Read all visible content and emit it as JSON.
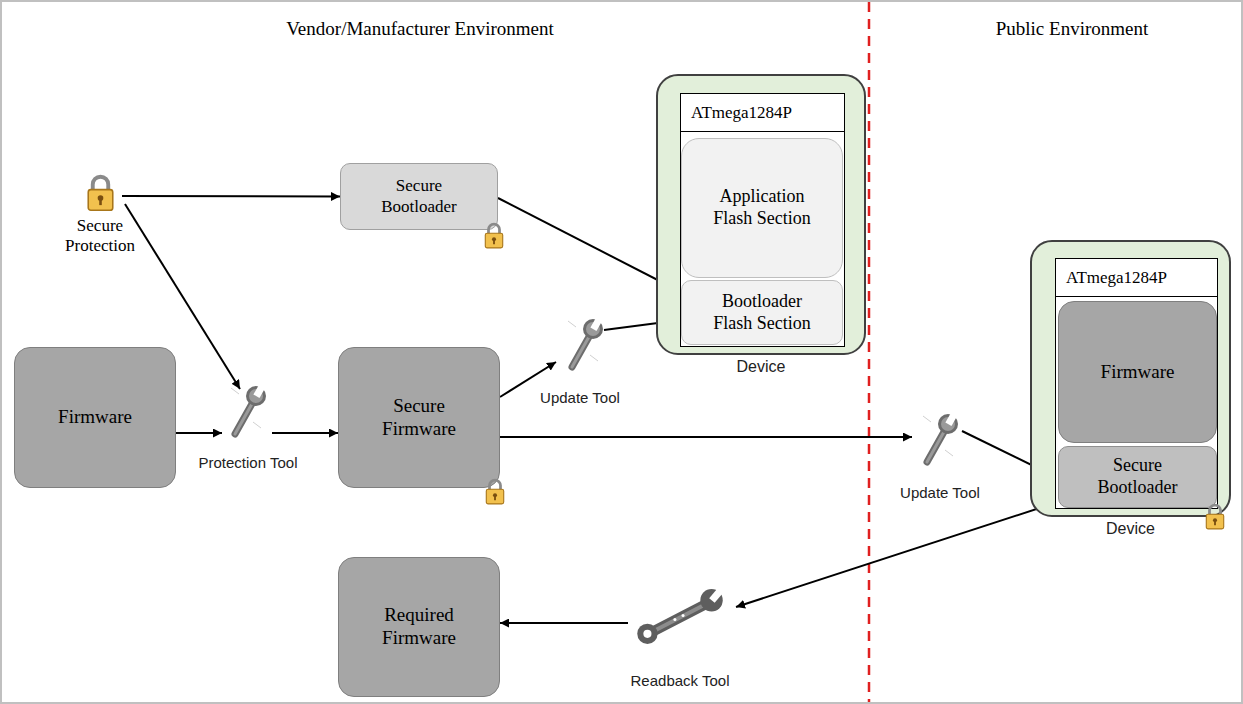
{
  "diagram": {
    "nodes": [
      {
        "text": [
          "Secure Protection"
        ]
      },
      {
        "text": [
          "Secure Bootloader"
        ]
      },
      {
        "text": [
          "Device"
        ]
      },
      {
        "text": [
          "ATmega1284P"
        ],
        "in": 2
      },
      {
        "text": [
          "Application Flash Section"
        ],
        "in": 3
      },
      {
        "text": [
          "Bootloader Flash Section"
        ],
        "in": 3
      },
      {
        "text": [
          "Firmware"
        ]
      },
      {
        "text": [
          "Protection Tool"
        ]
      },
      {
        "text": [
          "Secure Firmware"
        ]
      },
      {
        "text": [
          "Update Tool"
        ]
      },
      {
        "text": [
          "Device"
        ]
      },
      {
        "text": [
          "ATmega1284P"
        ],
        "in": 10
      },
      {
        "text": [
          "Firmware"
        ],
        "in": 11
      },
      {
        "text": [
          "Secure Bootloader"
        ],
        "in": 11
      },
      {
        "text": [
          "Update Tool"
        ]
      },
      {
        "text": [
          "Required Firmware"
        ]
      },
      {
        "text": [
          "Readback Tool"
        ]
      }
    ],
    "edges": [
      {
        "from": 0,
        "to": 1,
        "arrow": "to"
      },
      {
        "from": 0,
        "to": 7,
        "arrow": "to"
      },
      {
        "from": 6,
        "to": 7,
        "arrow": "to"
      },
      {
        "from": 7,
        "to": 8,
        "arrow": "to"
      },
      {
        "from": 1,
        "to": 5,
        "arrow": "to"
      },
      {
        "from": 8,
        "to": 9,
        "arrow": "to"
      },
      {
        "from": 9,
        "to": 5,
        "arrow": "to"
      },
      {
        "from": 8,
        "to": 14,
        "arrow": "to"
      },
      {
        "from": 14,
        "to": 13,
        "arrow": "to"
      },
      {
        "from": 13,
        "to": 16,
        "arrow": "to"
      },
      {
        "from": 16,
        "to": 15,
        "arrow": "to"
      }
    ],
    "labels": [
      "Vendor/Manufacturer Environment",
      "Public Environment"
    ]
  }
}
